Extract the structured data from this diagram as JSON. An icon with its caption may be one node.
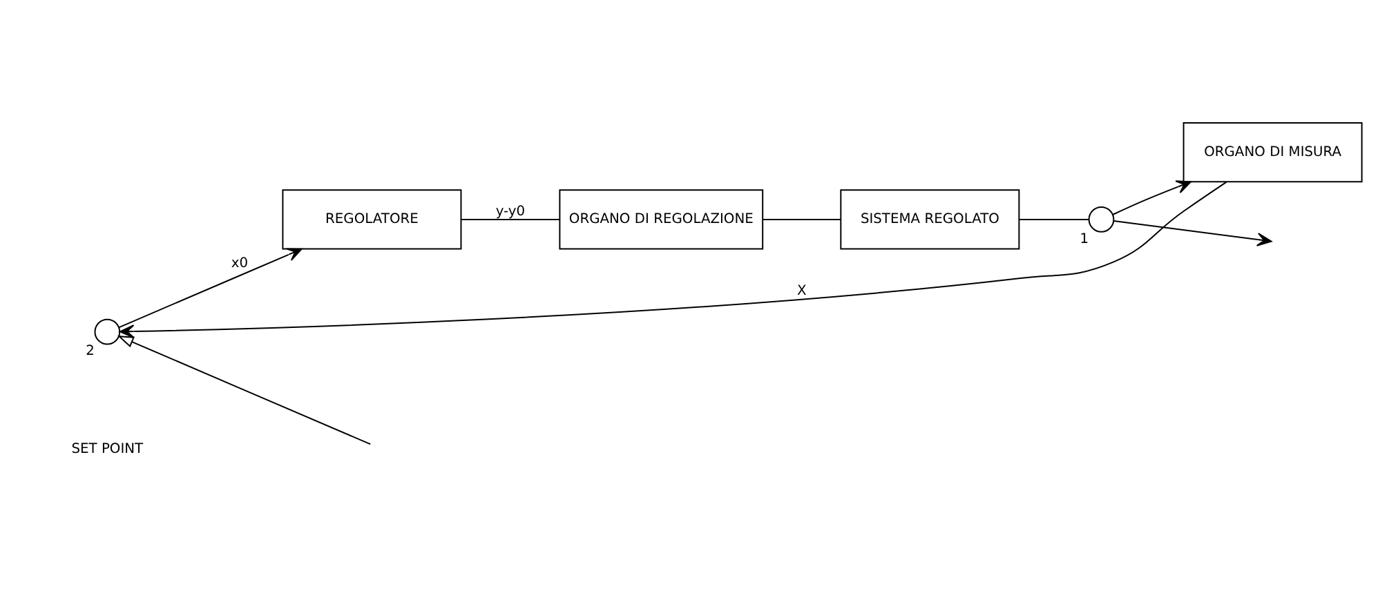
{
  "diagram": {
    "nodes": [
      {
        "text": [],
        "shape": "circle",
        "beside": [
          "2"
        ]
      },
      {
        "text": [
          "REGOLATORE"
        ]
      },
      {
        "text": [
          "ORGANO DI REGOLAZIONE"
        ]
      },
      {
        "text": [
          "SISTEMA REGOLATO"
        ]
      },
      {
        "text": [],
        "shape": "circle",
        "beside": [
          "1"
        ]
      },
      {
        "text": [
          "ORGANO DI MISURA"
        ]
      }
    ],
    "edges": [
      {
        "from": null,
        "to": 0,
        "arrow": "to"
      },
      {
        "from": 0,
        "to": 1,
        "arrow": "to",
        "label": "x0"
      },
      {
        "from": 1,
        "to": 2,
        "arrow": "none",
        "label": "y-y0"
      },
      {
        "from": 2,
        "to": 3,
        "arrow": "none"
      },
      {
        "from": 3,
        "to": 4,
        "arrow": "none"
      },
      {
        "from": 4,
        "to": null,
        "arrow": "to"
      },
      {
        "from": 4,
        "to": 5,
        "arrow": "to"
      },
      {
        "from": 5,
        "to": 0,
        "arrow": "to",
        "label": "X"
      }
    ],
    "labels": [
      "SET POINT"
    ]
  }
}
